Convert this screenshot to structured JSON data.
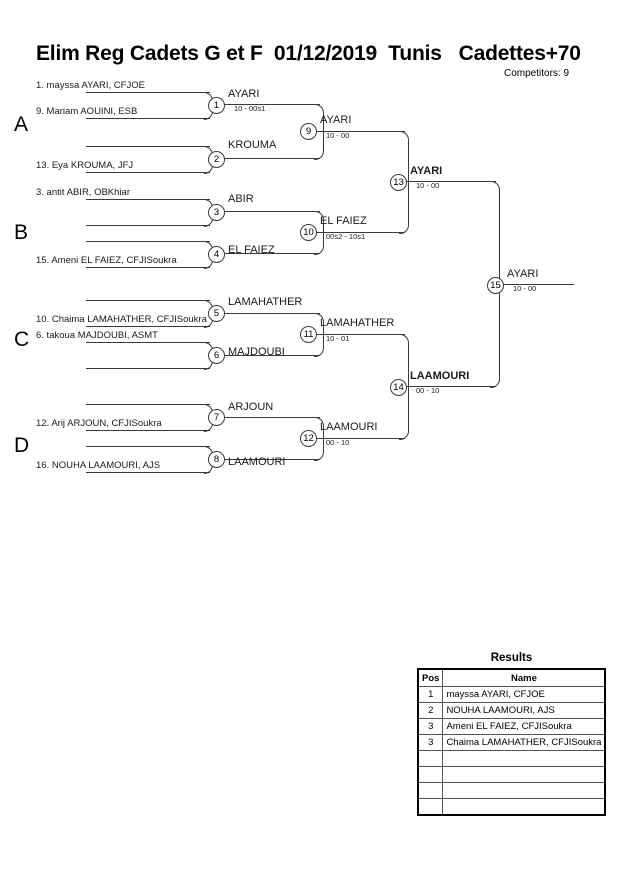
{
  "header": {
    "title": "Elim Reg Cadets G et F  01/12/2019  Tunis   Cadettes+70",
    "competitors": "Competitors: 9"
  },
  "sections": [
    {
      "letter": "A"
    },
    {
      "letter": "B"
    },
    {
      "letter": "C"
    },
    {
      "letter": "D"
    }
  ],
  "round1": [
    {
      "num": "1",
      "top": "1. mayssa AYARI, CFJOE",
      "bottom": "9. Mariam AOUINI, ESB",
      "winner": "AYARI",
      "score": "10 - 00s1"
    },
    {
      "num": "2",
      "top": "",
      "bottom": "13. Eya KROUMA, JFJ",
      "winner": "KROUMA",
      "score": ""
    },
    {
      "num": "3",
      "top": "3. antit ABIR, OBKhiar",
      "bottom": "",
      "winner": "ABIR",
      "score": ""
    },
    {
      "num": "4",
      "top": "",
      "bottom": "15. Ameni EL FAIEZ, CFJISoukra",
      "winner": "EL FAIEZ",
      "score": ""
    },
    {
      "num": "5",
      "top": "",
      "bottom": "10. Chaima LAMAHATHER, CFJISoukra",
      "winner": "LAMAHATHER",
      "score": ""
    },
    {
      "num": "6",
      "top": "6. takoua MAJDOUBI, ASMT",
      "bottom": "",
      "winner": "MAJDOUBI",
      "score": ""
    },
    {
      "num": "7",
      "top": "",
      "bottom": "12. Arij ARJOUN, CFJISoukra",
      "winner": "ARJOUN",
      "score": ""
    },
    {
      "num": "8",
      "top": "",
      "bottom": "16. NOUHA LAAMOURI, AJS",
      "winner": "LAAMOURI",
      "score": ""
    }
  ],
  "round2": [
    {
      "num": "9",
      "winner": "AYARI",
      "score": "10 - 00"
    },
    {
      "num": "10",
      "winner": "EL FAIEZ",
      "score": "00s2 - 10s1"
    },
    {
      "num": "11",
      "winner": "LAMAHATHER",
      "score": "10 - 01"
    },
    {
      "num": "12",
      "winner": "LAAMOURI",
      "score": "00 - 10"
    }
  ],
  "round3": [
    {
      "num": "13",
      "winner": "AYARI",
      "score": "10 - 00"
    },
    {
      "num": "14",
      "winner": "LAAMOURI",
      "score": "00 - 10"
    }
  ],
  "final": {
    "num": "15",
    "winner": "AYARI",
    "score": "10 - 00"
  },
  "results": {
    "title": "Results",
    "columns": [
      "Pos",
      "Name"
    ],
    "rows": [
      {
        "pos": "1",
        "name": "mayssa AYARI, CFJOE"
      },
      {
        "pos": "2",
        "name": "NOUHA LAAMOURI, AJS"
      },
      {
        "pos": "3",
        "name": "Ameni EL FAIEZ, CFJISoukra"
      },
      {
        "pos": "3",
        "name": "Chaima LAMAHATHER, CFJISoukra"
      },
      {
        "pos": "",
        "name": ""
      },
      {
        "pos": "",
        "name": ""
      },
      {
        "pos": "",
        "name": ""
      },
      {
        "pos": "",
        "name": ""
      }
    ]
  }
}
